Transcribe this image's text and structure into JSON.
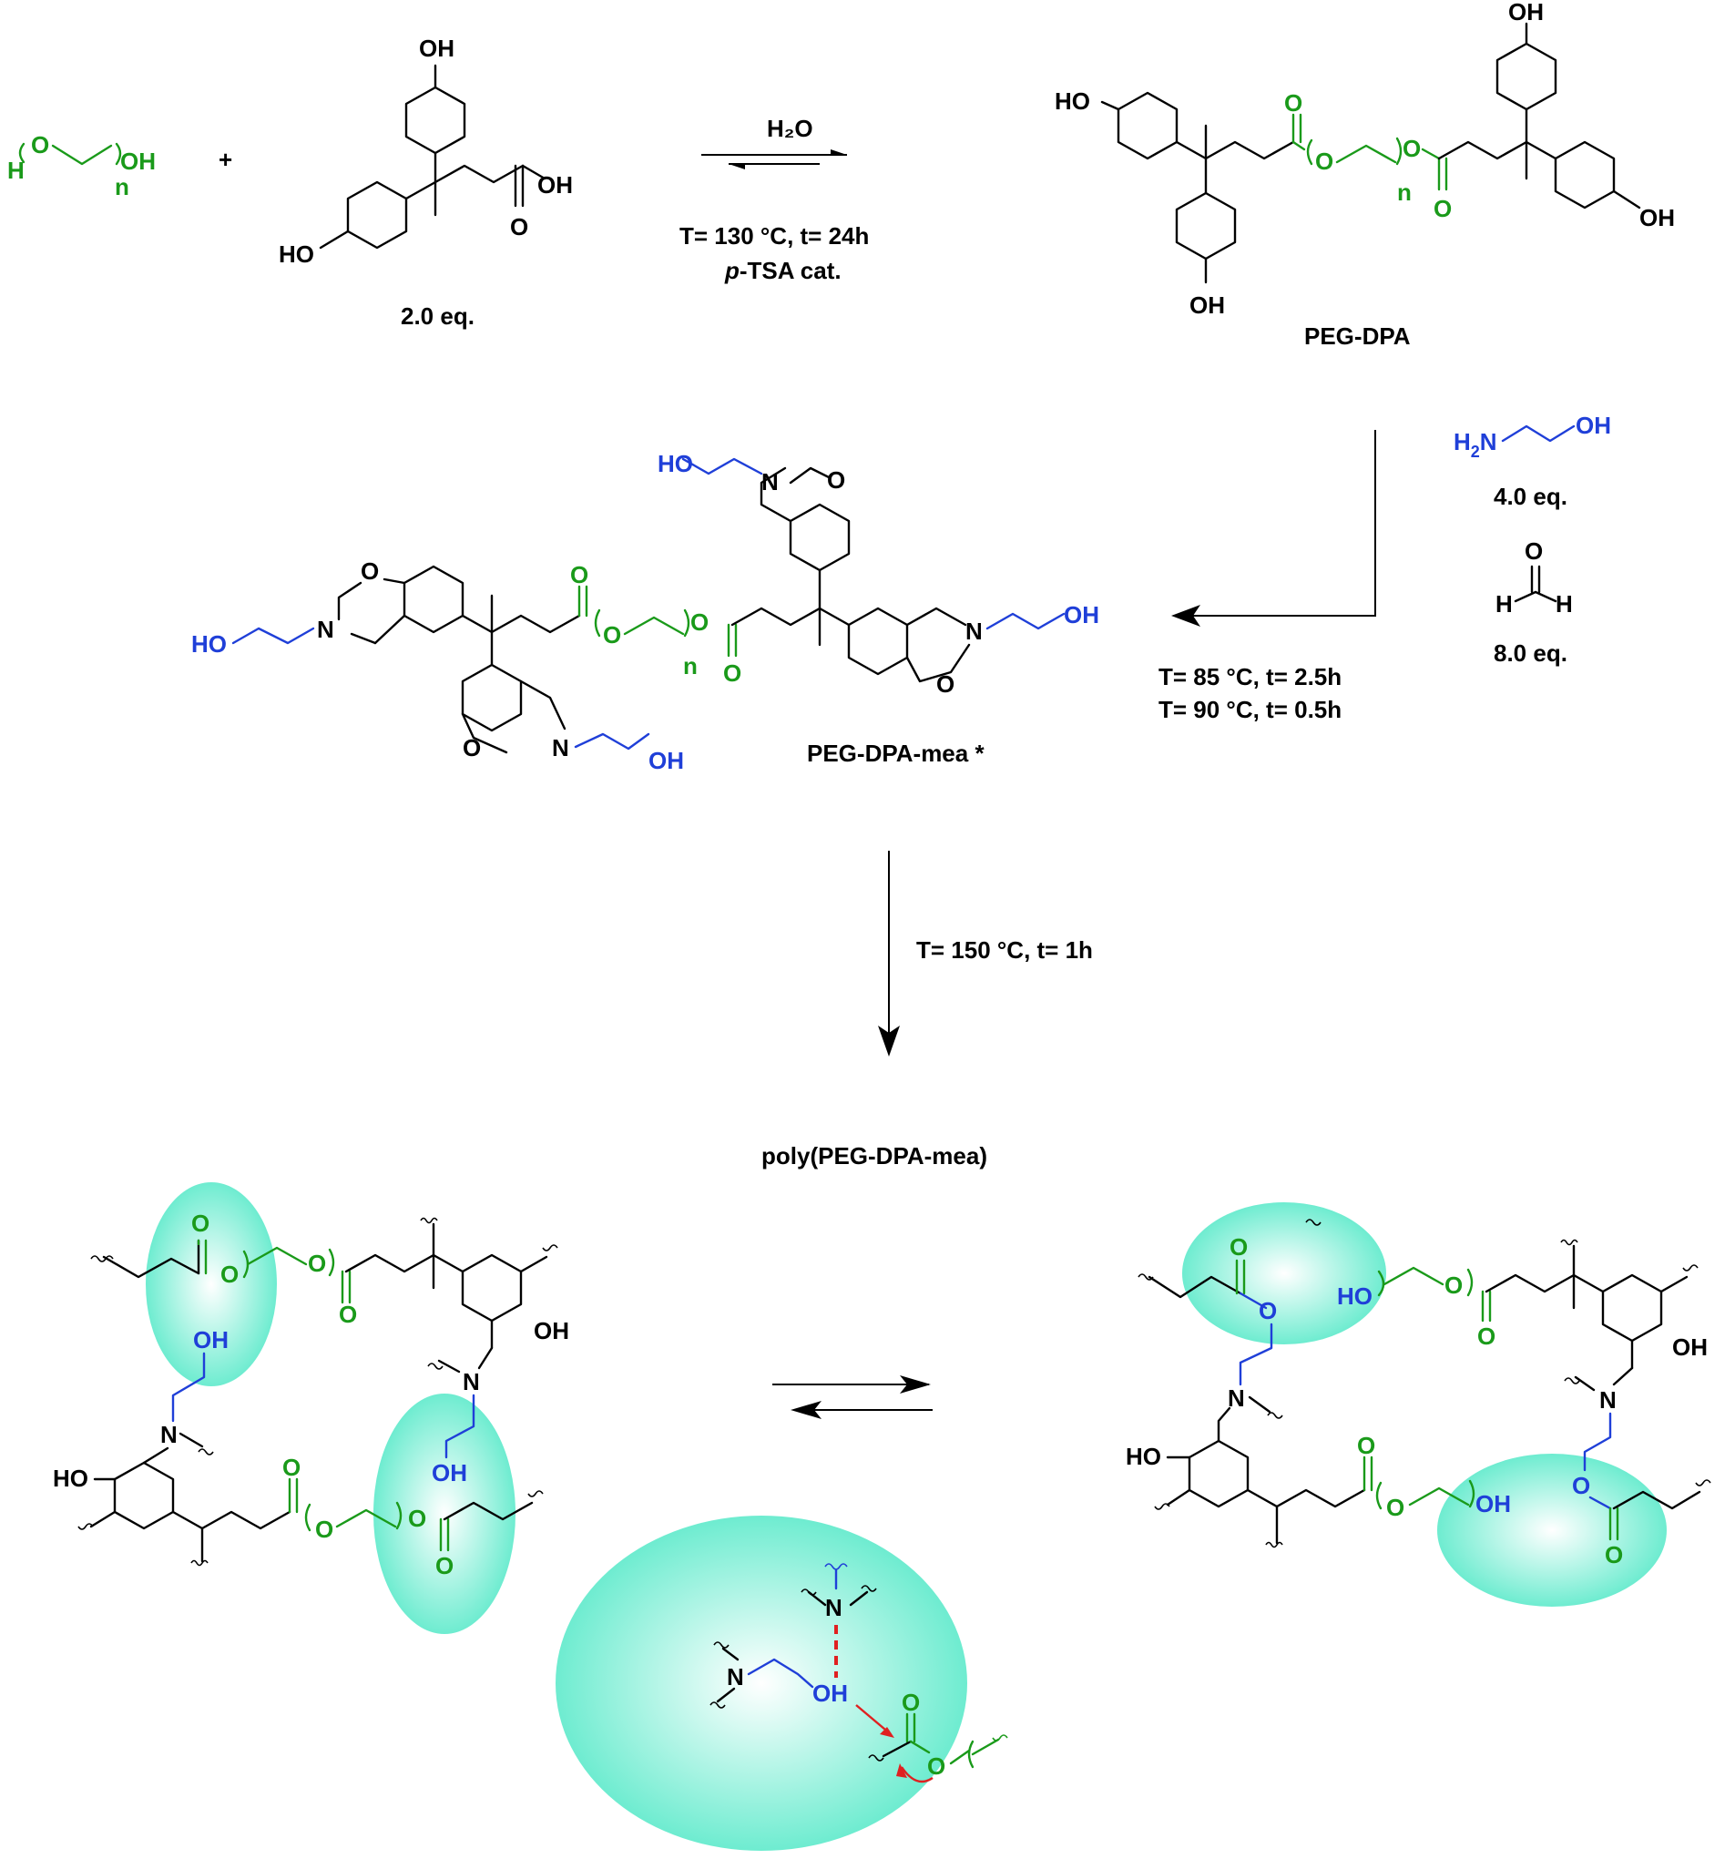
{
  "colors": {
    "peg_green": "#1a9a1a",
    "amine_blue": "#1f3fd8",
    "highlight_cyan": "#8ff0dc",
    "dashed_red": "#e02020"
  },
  "step1": {
    "reagent_above": "H₂O",
    "condition_line1": "T= 130 °C, t= 24h",
    "condition_line2_italic": "p",
    "condition_line2_rest": "-TSA cat.",
    "dpa_equiv": "2.0 eq.",
    "plus": "+",
    "product_label": "PEG-DPA"
  },
  "step2": {
    "amine_equiv": "4.0 eq.",
    "formaldehyde_equiv": "8.0 eq.",
    "condition_line1": "T= 85 °C, t= 2.5h",
    "condition_line2": "T= 90 °C, t= 0.5h",
    "product_label": "PEG-DPA-mea *"
  },
  "step3": {
    "condition": "T= 150 °C, t= 1h",
    "product_label": "poly(PEG-DPA-mea)"
  },
  "atoms": {
    "OH": "OH",
    "HO": "HO",
    "O": "O",
    "N": "N",
    "H": "H",
    "n": "n",
    "H2N_H": "H",
    "H2N_sub": "2",
    "H2N_N": "N"
  }
}
